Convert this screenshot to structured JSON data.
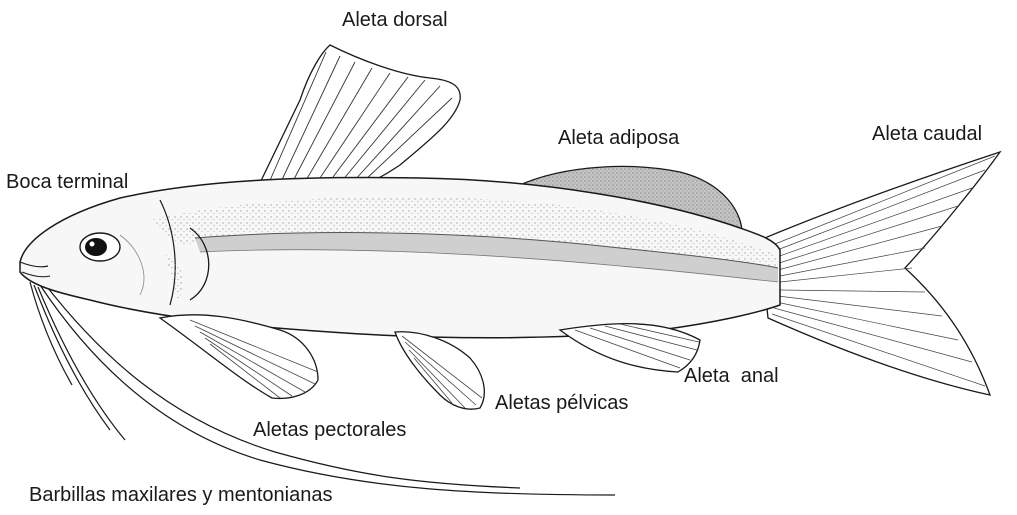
{
  "labels": {
    "dorsal_fin": "Aleta dorsal",
    "adipose_fin": "Aleta adiposa",
    "caudal_fin": "Aleta caudal",
    "mouth": "Boca terminal",
    "anal_fin": "Aleta  anal",
    "pelvic_fins": "Aletas pélvicas",
    "pectoral_fins": "Aletas pectorales",
    "barbels": "Barbillas maxilares y mentonianas"
  },
  "colors": {
    "outline": "#1a1a1a",
    "body_fill": "#f4f4f4",
    "shade": "#c8c8c8",
    "adipose_fill": "#bdbdbd",
    "eye": "#111111",
    "background": "#ffffff"
  }
}
